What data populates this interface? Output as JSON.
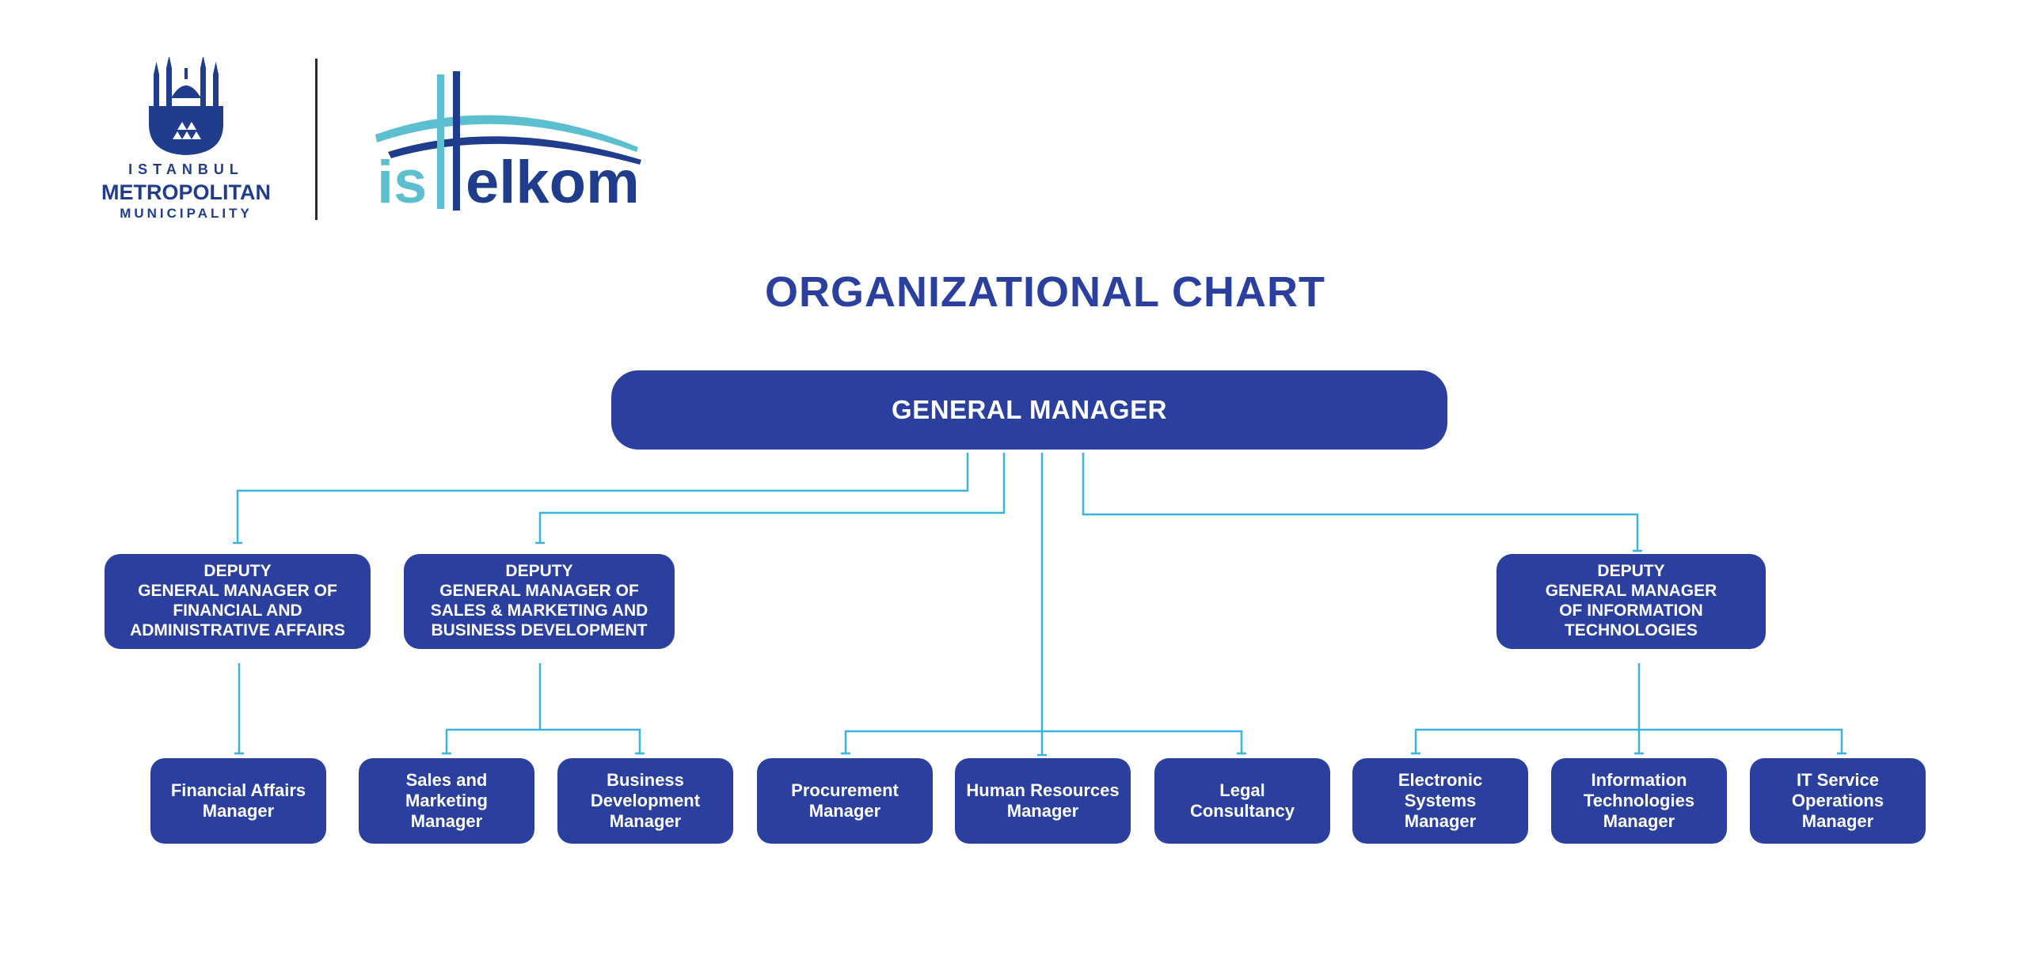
{
  "header": {
    "ibb_logo": {
      "line1": "ISTANBUL",
      "line2": "METROPOLITAN",
      "line3": "MUNICIPALITY"
    },
    "istelkom_logo": {
      "text_is": "is",
      "text_rest": "elkom"
    }
  },
  "title": "ORGANIZATIONAL CHART",
  "colors": {
    "box": "#2a3f9e",
    "connector": "#3bb3e0",
    "title": "#2a3f9e",
    "logo_dark": "#1f3d8c",
    "logo_teal": "#5bbfd0"
  },
  "chart": {
    "general_manager": "GENERAL MANAGER",
    "deputies": [
      "DEPUTY\nGENERAL MANAGER OF\nFINANCIAL AND\nADMINISTRATIVE AFFAIRS",
      "DEPUTY\nGENERAL MANAGER OF\nSALES & MARKETING AND\nBUSINESS DEVELOPMENT",
      "DEPUTY\nGENERAL MANAGER\nOF INFORMATION\nTECHNOLOGIES"
    ],
    "managers": [
      "Financial Affairs\nManager",
      "Sales and\nMarketing\nManager",
      "Business\nDevelopment\nManager",
      "Procurement\nManager",
      "Human Resources\nManager",
      "Legal\nConsultancy",
      "Electronic Systems\nManager",
      "Information\nTechnologies\nManager",
      "IT Service\nOperations\nManager"
    ]
  }
}
